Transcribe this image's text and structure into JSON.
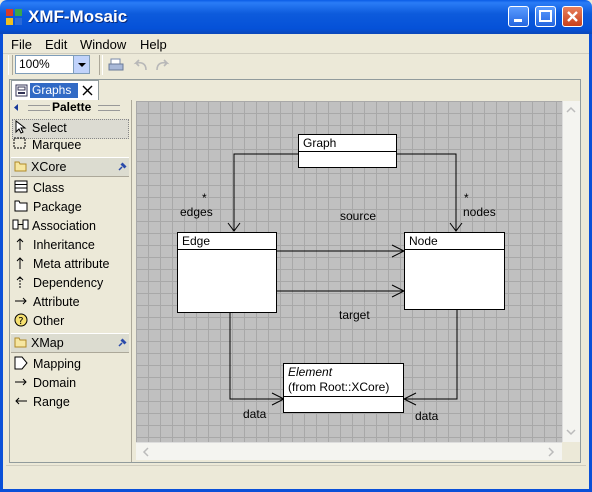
{
  "window": {
    "title": "XMF-Mosaic"
  },
  "menu": [
    "File",
    "Edit",
    "Window",
    "Help"
  ],
  "toolbar": {
    "zoom": "100%"
  },
  "tab": {
    "label": "Graphs"
  },
  "palette": {
    "title": "Palette",
    "tools": [
      {
        "label": "Select",
        "icon": "arrow-cursor-icon"
      },
      {
        "label": "Marquee",
        "icon": "marquee-icon"
      }
    ],
    "drawers": [
      {
        "label": "XCore",
        "items": [
          {
            "label": "Class",
            "icon": "class-icon"
          },
          {
            "label": "Package",
            "icon": "folder-icon"
          },
          {
            "label": "Association",
            "icon": "association-icon"
          },
          {
            "label": "Inheritance",
            "icon": "inheritance-arrow-icon"
          },
          {
            "label": "Meta attribute",
            "icon": "meta-attribute-icon"
          },
          {
            "label": "Dependency",
            "icon": "dependency-icon"
          },
          {
            "label": "Attribute",
            "icon": "attribute-arrow-icon"
          },
          {
            "label": "Other",
            "icon": "question-icon"
          }
        ]
      },
      {
        "label": "XMap",
        "items": [
          {
            "label": "Mapping",
            "icon": "mapping-icon"
          },
          {
            "label": "Domain",
            "icon": "domain-arrow-icon"
          },
          {
            "label": "Range",
            "icon": "range-arrow-icon"
          }
        ]
      }
    ]
  },
  "diagram": {
    "graph": "Graph",
    "edge": "Edge",
    "node": "Node",
    "element": {
      "name": "Element",
      "from": "(from Root::XCore)"
    },
    "labels": {
      "edges_mult": "*",
      "edges": "edges",
      "nodes_mult": "*",
      "nodes": "nodes",
      "source": "source",
      "target": "target",
      "data_left": "data",
      "data_right": "data"
    }
  }
}
